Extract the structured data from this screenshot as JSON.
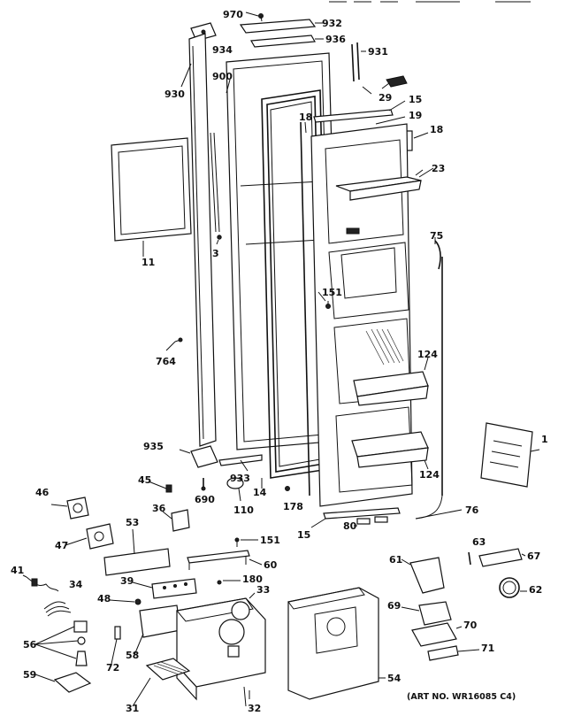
{
  "diagram": {
    "art_number": "(ART NO. WR16085 C4)",
    "callouts": [
      "970",
      "932",
      "934",
      "936",
      "931",
      "930",
      "900",
      "29",
      "15",
      "18",
      "19",
      "18",
      "23",
      "11",
      "3",
      "75",
      "151",
      "764",
      "124",
      "935",
      "933",
      "14",
      "690",
      "110",
      "178",
      "124",
      "1",
      "46",
      "45",
      "36",
      "76",
      "15",
      "80",
      "53",
      "151",
      "60",
      "47",
      "63",
      "67",
      "61",
      "41",
      "39",
      "180",
      "33",
      "34",
      "62",
      "48",
      "69",
      "70",
      "56",
      "72",
      "58",
      "54",
      "71",
      "59",
      "31",
      "32"
    ]
  }
}
